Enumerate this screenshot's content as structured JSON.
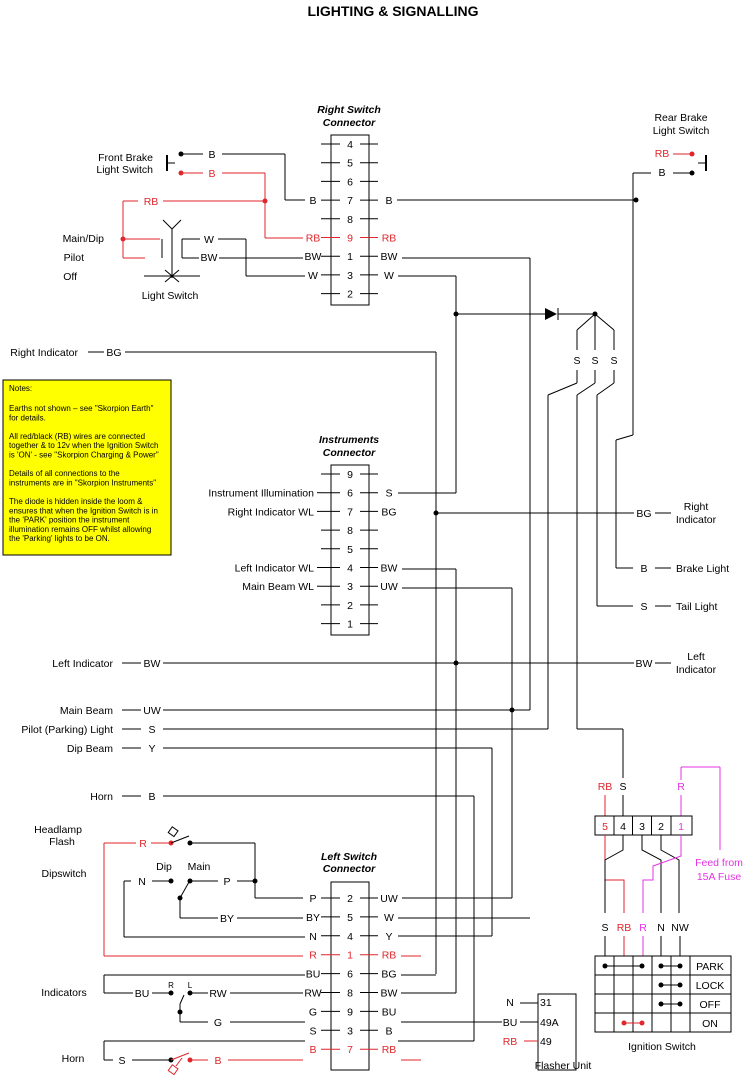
{
  "title": "LIGHTING & SIGNALLING",
  "colors": {
    "wire": "#000000",
    "red_wire": "#e0262b",
    "fuse_wire": "#e533e5",
    "notes_bg": "#ffff00"
  },
  "right_switch": {
    "title_line1": "Right Switch",
    "title_line2": "Connector",
    "pins": [
      "4",
      "5",
      "6",
      "7",
      "8",
      "9",
      "1",
      "3",
      "2"
    ],
    "left_wires": [
      "",
      "",
      "",
      "B",
      "",
      "RB",
      "BW",
      "W",
      ""
    ],
    "right_wires": [
      "",
      "",
      "",
      "B",
      "",
      "RB",
      "BW",
      "W",
      ""
    ]
  },
  "instruments": {
    "title_line1": "Instruments",
    "title_line2": "Connector",
    "pins": [
      "9",
      "6",
      "7",
      "8",
      "5",
      "4",
      "3",
      "2",
      "1"
    ],
    "left_labels": [
      "",
      "Instrument Illumination",
      "Right Indicator WL",
      "",
      "",
      "Left Indicator WL",
      "Main Beam WL",
      "",
      ""
    ],
    "right_wires": [
      "",
      "S",
      "BG",
      "",
      "",
      "BW",
      "UW",
      "",
      ""
    ]
  },
  "left_switch": {
    "title_line1": "Left Switch",
    "title_line2": "Connector",
    "pins": [
      "2",
      "5",
      "4",
      "1",
      "6",
      "8",
      "9",
      "3",
      "7"
    ],
    "left_wires": [
      "P",
      "BY",
      "N",
      "R",
      "BU",
      "RW",
      "G",
      "S",
      "B"
    ],
    "right_wires": [
      "UW",
      "W",
      "Y",
      "RB",
      "BG",
      "BW",
      "BU",
      "B",
      "RB"
    ]
  },
  "front_brake": {
    "label_line1": "Front Brake",
    "label_line2": "Light Switch",
    "wire1": "B",
    "wire2": "B"
  },
  "rear_brake": {
    "label_line1": "Rear Brake",
    "label_line2": "Light Switch",
    "wire1": "RB",
    "wire2": "B"
  },
  "light_switch": {
    "label": "Light Switch",
    "positions": [
      "Main/Dip",
      "Pilot",
      "Off"
    ],
    "wire_rb": "RB",
    "wire_w": "W",
    "wire_bw": "BW"
  },
  "indicator_stubs": {
    "s1": "S",
    "s2": "S",
    "s3": "S"
  },
  "left_labels": {
    "right_indicator": "Right Indicator",
    "right_indicator_wire": "BG",
    "left_indicator": "Left Indicator",
    "left_indicator_wire": "BW",
    "main_beam": "Main Beam",
    "main_beam_wire": "UW",
    "pilot": "Pilot (Parking) Light",
    "pilot_wire": "S",
    "dip_beam": "Dip Beam",
    "dip_beam_wire": "Y",
    "horn": "Horn",
    "horn_wire": "B"
  },
  "right_labels": {
    "right_indicator_line1": "Right",
    "right_indicator_line2": "Indicator",
    "right_indicator_wire": "BG",
    "brake_light": "Brake Light",
    "brake_light_wire": "B",
    "tail_light": "Tail Light",
    "tail_light_wire": "S",
    "left_indicator_line1": "Left",
    "left_indicator_line2": "Indicator",
    "left_indicator_wire": "BW"
  },
  "notes": {
    "heading": "Notes:",
    "lines": [
      "Earths not shown – see \"Skorpion  Earth\"",
      "for details.",
      "",
      "All red/black (RB) wires are connected",
      "together & to 12v when the Ignition Switch",
      "is 'ON' - see \"Skorpion Charging & Power\"",
      "",
      "Details of all connections to the",
      "instruments are in \"Skorpion Instruments\"",
      "",
      "The diode is hidden inside the loom &",
      "ensures that when the Ignition Switch is in",
      "the 'PARK' position the instrument",
      "illumination remains OFF whilst allowing",
      "the 'Parking' lights to be ON."
    ]
  },
  "headlamp": {
    "flash_line1": "Headlamp",
    "flash_line2": "Flash",
    "flash_wire": "R",
    "dipswitch": "Dipswitch",
    "dip": "Dip",
    "main": "Main",
    "n_wire": "N",
    "p_wire": "P",
    "by_wire": "BY"
  },
  "indicators_switch": {
    "label": "Indicators",
    "bu_wire": "BU",
    "r": "R",
    "l": "L",
    "rw_wire": "RW",
    "g_wire": "G"
  },
  "horn_switch": {
    "label": "Horn",
    "s_wire": "S",
    "b_wire": "B"
  },
  "flasher": {
    "label": "Flasher Unit",
    "pins": [
      "31",
      "49A",
      "49"
    ],
    "wires": [
      "N",
      "BU",
      "RB"
    ]
  },
  "ignition": {
    "label": "Ignition Switch",
    "top_wires": [
      "RB",
      "S",
      "R"
    ],
    "pins": [
      "5",
      "4",
      "3",
      "2",
      "1"
    ],
    "bottom_wires": [
      "S",
      "RB",
      "R",
      "N",
      "NW"
    ],
    "positions": [
      "PARK",
      "LOCK",
      "OFF",
      "ON"
    ],
    "fuse_line1": "Feed from",
    "fuse_line2": "15A Fuse"
  }
}
